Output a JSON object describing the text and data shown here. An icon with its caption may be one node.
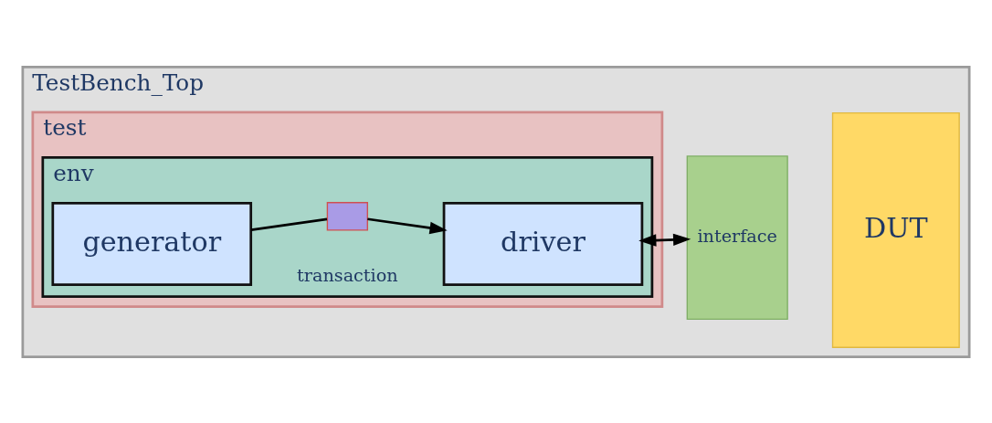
{
  "diagram": {
    "nodes": [
      {
        "text": [
          "TestBench_Top"
        ]
      },
      {
        "text": [
          "test"
        ],
        "in": 0
      },
      {
        "text": [
          "env"
        ],
        "in": 1
      },
      {
        "text": [
          "generator"
        ],
        "in": 2
      },
      {
        "text": [],
        "shape": "box",
        "beside": [
          "transaction"
        ],
        "in": 2
      },
      {
        "text": [
          "driver"
        ],
        "in": 2
      },
      {
        "text": [
          "interface"
        ],
        "in": 0
      },
      {
        "text": [
          "DUT"
        ],
        "in": 0
      }
    ],
    "edges": [
      {
        "from": 3,
        "to": 4,
        "arrow": "none"
      },
      {
        "from": 4,
        "to": 5,
        "arrow": "to"
      },
      {
        "from": 5,
        "to": 6,
        "arrow": "both"
      }
    ]
  }
}
